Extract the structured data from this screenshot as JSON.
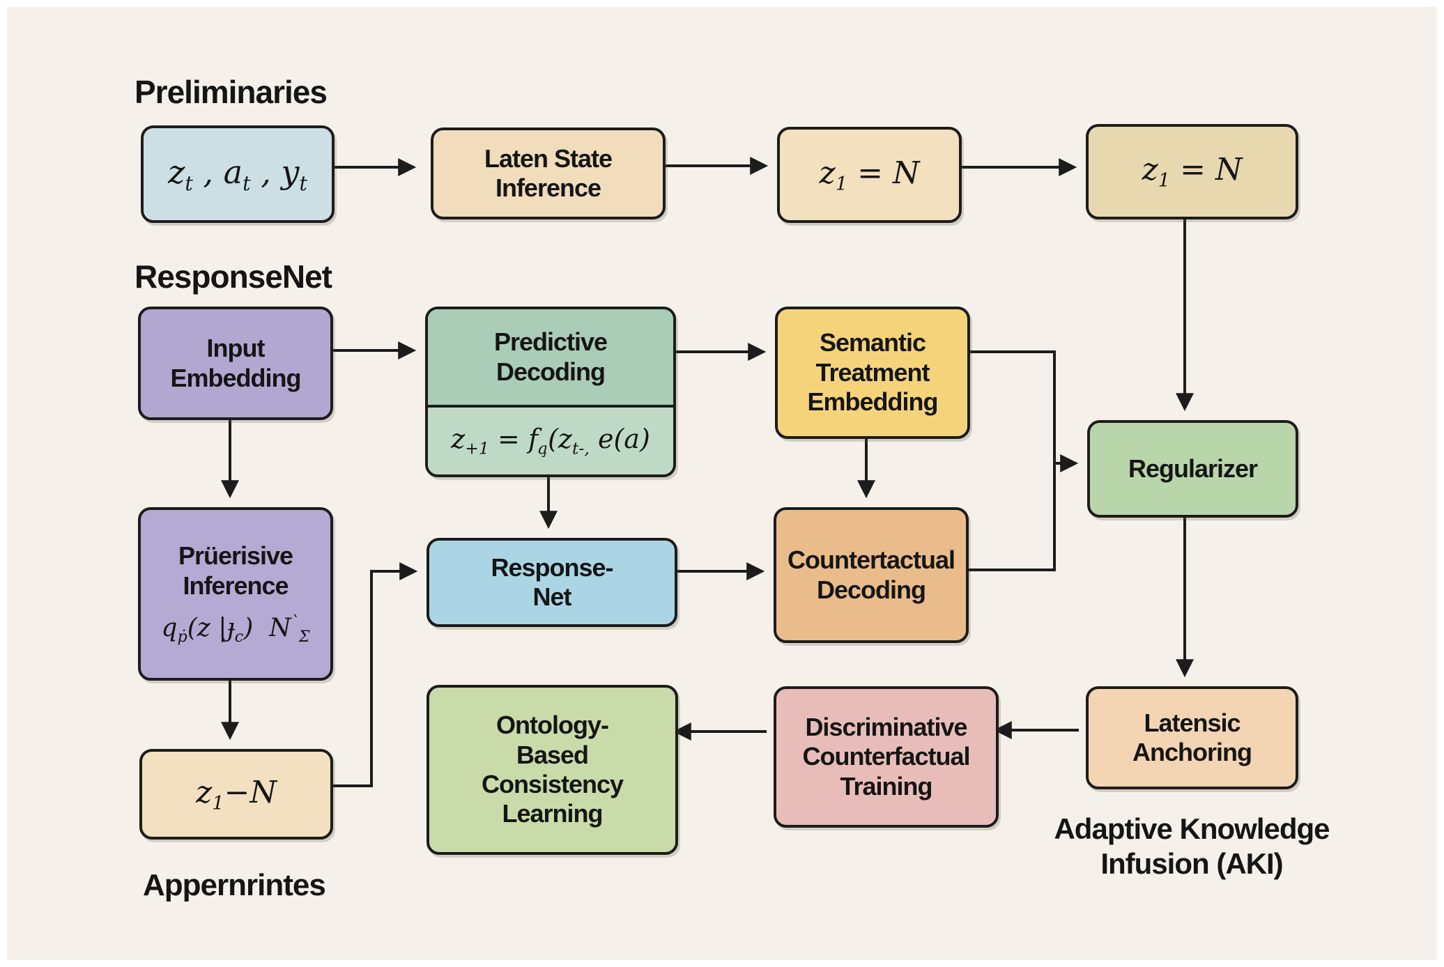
{
  "headings": {
    "preliminaries": "Preliminaries",
    "responsenet": "ResponseNet",
    "appernrintes": "Appernrintes",
    "aki": "Adaptive Knowledge\nInfusion (AKI)"
  },
  "boxes": {
    "observed_vars": {
      "math_html": "<i>z</i><sub><i>t</i></sub> , <i>a</i><sub><i>t</i></sub> , <i>y</i><sub><i>t</i></sub>"
    },
    "latent_state": {
      "label": "Laten State\nInference"
    },
    "z1_equals_n_first": {
      "math_html": "<i>z</i><sub>1</sub> = <i>N</i>"
    },
    "z1_equals_n_second": {
      "math_html": "<i>z</i><sub>1</sub> = <i>N</i>"
    },
    "input_embedding": {
      "label": "Input\nEmbedding"
    },
    "predictive_decoding": {
      "label": "Predictive\nDecoding",
      "formula_html": "<i>z</i><sub>+1</sub> = <i>f</i><sub><i>a̧</i></sub>(<i>z</i><sub><i>t</i>-,</sub> <i>e</i>(<i>a</i>)"
    },
    "semantic_treatment": {
      "label": "Semantic\nTreatment\nEmbedding"
    },
    "regularizer": {
      "label": "Regularizer"
    },
    "pruerisive": {
      "label": "Prüerisive\nInference",
      "formula_html": "<i>q</i><sub>ṗ</sub>(<i>z</i> |<i>ɟ</i><sub><i>c</i></sub>)&nbsp;&nbsp;<i>N</i><sup>`</sup><sub>Σ</sub>"
    },
    "response_net": {
      "label": "Response-\nNet"
    },
    "countertactual": {
      "label": "Countertactual\nDecoding"
    },
    "z1_minus_n": {
      "math_html": "<i>z</i><sub>1</sub>−<i>N</i>"
    },
    "ontology": {
      "label": "Ontology-\nBased\nConsistency\nLearning"
    },
    "discriminative": {
      "label": "Discriminative\nCounterfactual\nTraining"
    },
    "latensic": {
      "label": "Latensic\nAnchoring"
    }
  },
  "edges": [
    {
      "from": "observed_vars",
      "to": "latent_state"
    },
    {
      "from": "latent_state",
      "to": "z1_equals_n_first"
    },
    {
      "from": "z1_equals_n_first",
      "to": "z1_equals_n_second"
    },
    {
      "from": "z1_equals_n_second",
      "to": "regularizer"
    },
    {
      "from": "input_embedding",
      "to": "predictive_decoding"
    },
    {
      "from": "input_embedding",
      "to": "pruerisive"
    },
    {
      "from": "predictive_decoding",
      "to": "semantic_treatment"
    },
    {
      "from": "predictive_decoding",
      "to": "response_net"
    },
    {
      "from": "semantic_treatment",
      "to": "regularizer"
    },
    {
      "from": "semantic_treatment",
      "to": "countertactual"
    },
    {
      "from": "response_net",
      "to": "countertactual"
    },
    {
      "from": "countertactual",
      "to": "regularizer"
    },
    {
      "from": "regularizer",
      "to": "latensic"
    },
    {
      "from": "pruerisive",
      "to": "z1_minus_n"
    },
    {
      "from": "z1_minus_n",
      "to": "response_net"
    },
    {
      "from": "latensic",
      "to": "discriminative"
    },
    {
      "from": "discriminative",
      "to": "ontology"
    }
  ],
  "colors": {
    "canvas": "#f5f1ea",
    "stroke": "#1c1c1c",
    "observed_vars": "#ccdfe5",
    "latent_state": "#f1ddbb",
    "z1_equals_n_first": "#f2e0bf",
    "z1_equals_n_second": "#e7d8b0",
    "input_embedding": "#b2a7d1",
    "predictive_top": "#a9cdb6",
    "predictive_bottom": "#bedac6",
    "semantic_treatment": "#f4d37b",
    "regularizer": "#b9d6ab",
    "pruerisive": "#b5aad3",
    "response_net": "#abd5e5",
    "countertactual": "#eabc8c",
    "z1_minus_n": "#f3e0c1",
    "ontology": "#c9dba9",
    "discriminative": "#e8bdb9",
    "latensic": "#f3d5b3"
  }
}
